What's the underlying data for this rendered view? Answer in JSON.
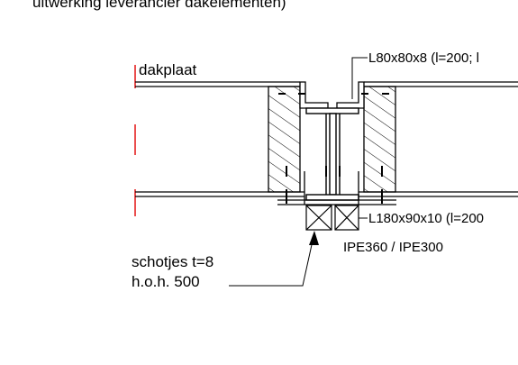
{
  "header": {
    "text": "uitwerking leverancier dakelementen)"
  },
  "labels": {
    "roof_plate": "dakplaat",
    "angle_top": "L80x80x8 (l=200; l",
    "angle_bottom": "L180x90x10 (l=200",
    "beam": "IPE360 / IPE300",
    "stiffener_line1": "schotjes t=8",
    "stiffener_line2": "h.o.h. 500"
  },
  "colors": {
    "line": "#000000",
    "accent_red": "#e00000",
    "background": "#ffffff"
  }
}
